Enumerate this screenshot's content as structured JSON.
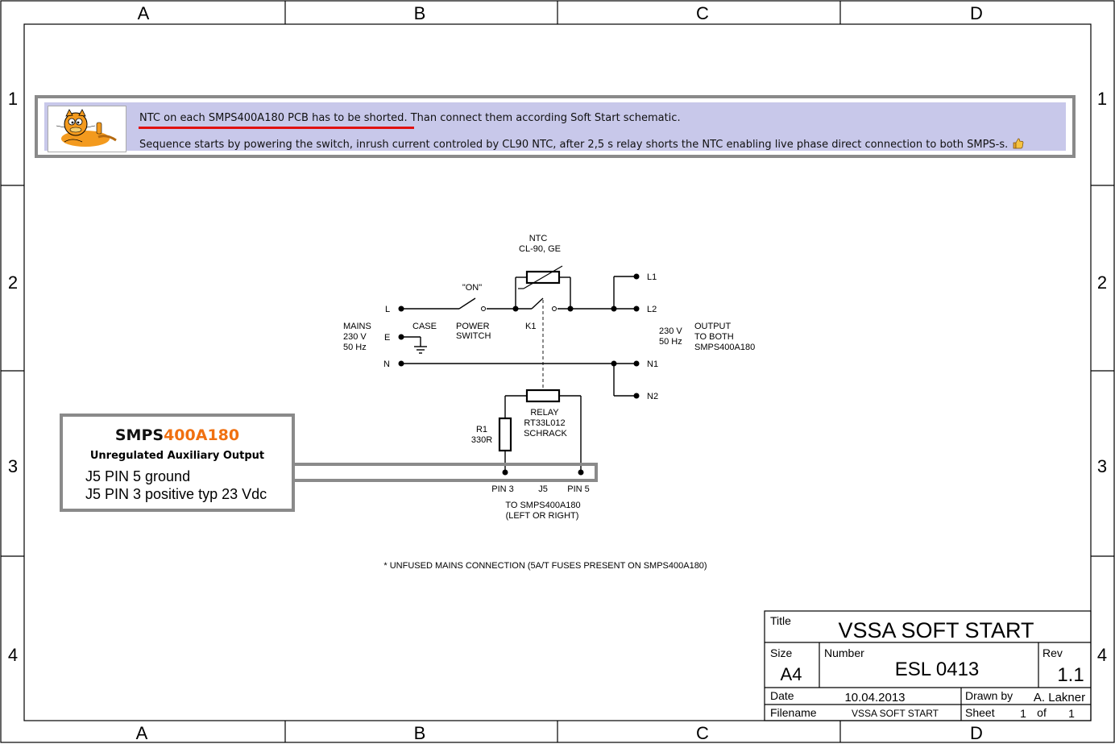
{
  "frame": {
    "columns": [
      "A",
      "B",
      "C",
      "D"
    ],
    "rows": [
      "1",
      "2",
      "3",
      "4"
    ]
  },
  "note": {
    "line1_highlight": "NTC on each SMPS400A180 PCB has to be shorted",
    "line1_rest": ". Than connect them according Soft Start schematic.",
    "line2": "Sequence starts by powering the switch, inrush current controled by CL90 NTC, after 2,5 s relay shorts the NTC enabling live phase direct connection to both SMPS-s.",
    "highlight_color": "#e01010",
    "background_color": "#c8c8ea"
  },
  "smps_box": {
    "title_part1": "SMPS",
    "title_part2": "400A180",
    "subtitle": "Unregulated Auxiliary Output",
    "line1": "J5 PIN 5 ground",
    "line2": "J5 PIN 3 positive typ 23 Vdc",
    "accent_color": "#f07010"
  },
  "schematic": {
    "ntc_label": "NTC",
    "ntc_part": "CL-90, GE",
    "on_label": "\"ON\"",
    "power_label": "POWER",
    "switch_label": "SWITCH",
    "k1_label": "K1",
    "mains_label": "MAINS",
    "mains_v": "230 V",
    "mains_hz": "50 Hz",
    "l_label": "L",
    "e_label": "E",
    "n_label": "N",
    "case_label": "CASE",
    "l1_label": "L1",
    "l2_label": "L2",
    "n1_label": "N1",
    "n2_label": "N2",
    "out_v": "230 V",
    "out_hz": "50 Hz",
    "output_label": "OUTPUT",
    "to_both_label": "TO BOTH",
    "out_target": "SMPS400A180",
    "relay_label": "RELAY",
    "relay_part": "RT33L012",
    "relay_maker": "SCHRACK",
    "r1_label": "R1",
    "r1_value": "330R",
    "pin3_label": "PIN 3",
    "j5_label": "J5",
    "pin5_label": "PIN 5",
    "to_smps_label": "TO SMPS400A180",
    "left_right_label": "(LEFT OR RIGHT)",
    "footnote": "* UNFUSED MAINS CONNECTION (5A/T FUSES PRESENT ON SMPS400A180)"
  },
  "title_block": {
    "title_label": "Title",
    "title": "VSSA SOFT START",
    "size_label": "Size",
    "size": "A4",
    "number_label": "Number",
    "number": "ESL 0413",
    "rev_label": "Rev",
    "rev": "1.1",
    "date_label": "Date",
    "date": "10.04.2013",
    "drawn_by_label": "Drawn by",
    "drawn_by": "A. Lakner",
    "filename_label": "Filename",
    "filename": "VSSA SOFT START",
    "sheet_label": "Sheet",
    "sheet_num": "1",
    "of_label": "of",
    "sheet_total": "1"
  }
}
